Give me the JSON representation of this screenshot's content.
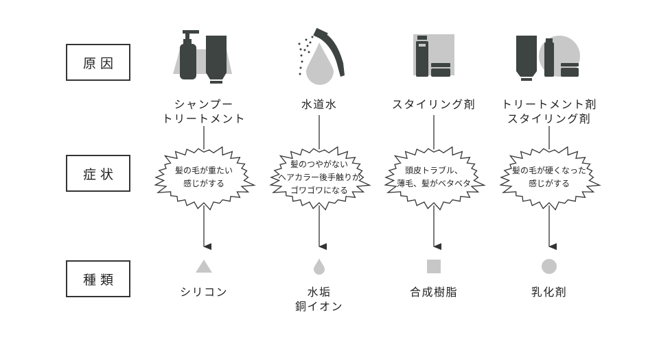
{
  "rows": {
    "cause": "原因",
    "symptom": "症状",
    "type": "種類"
  },
  "columns": [
    {
      "cause_icon": "shampoo-bottles-icon",
      "cause_lines": [
        "シャンプー",
        "トリートメント"
      ],
      "symptom_lines": [
        "髪の毛が重たい",
        "感じがする"
      ],
      "type_shape": "triangle",
      "type_lines": [
        "シリコン"
      ]
    },
    {
      "cause_icon": "shower-head-icon",
      "cause_lines": [
        "水道水"
      ],
      "symptom_lines": [
        "髪のつやがない",
        "ヘアカラー後手触りが",
        "ゴワゴワになる"
      ],
      "type_shape": "drop",
      "type_lines": [
        "水垢",
        "銅イオン"
      ]
    },
    {
      "cause_icon": "styling-products-icon",
      "cause_lines": [
        "スタイリング剤"
      ],
      "symptom_lines": [
        "頭皮トラブル、",
        "薄毛、髪がベタベタ"
      ],
      "type_shape": "square",
      "type_lines": [
        "合成樹脂"
      ]
    },
    {
      "cause_icon": "treatment-styling-products-icon",
      "cause_lines": [
        "トリートメント剤",
        "スタイリング剤"
      ],
      "symptom_lines": [
        "髪の毛が硬くなった",
        "感じがする"
      ],
      "type_shape": "circle",
      "type_lines": [
        "乳化剤"
      ]
    }
  ],
  "colors": {
    "icon_dark": "#3d4442",
    "icon_gray": "#c8c8c8",
    "shape_gray": "#c7c7c7",
    "line": "#333333"
  }
}
